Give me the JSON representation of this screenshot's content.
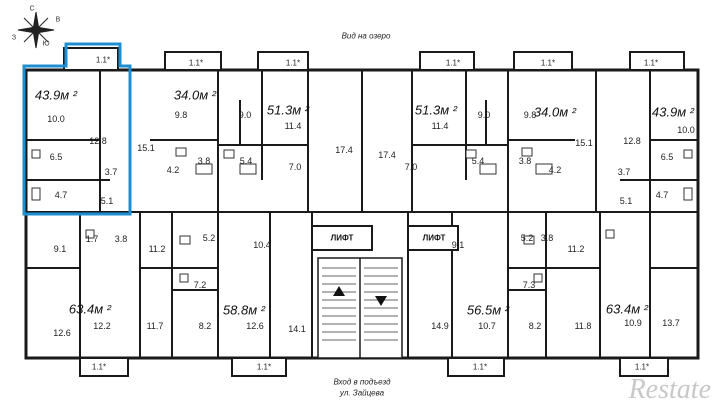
{
  "header": {
    "lake_view": "Вид на озеро"
  },
  "footer": {
    "entrance_line1": "Вход в подъезд",
    "entrance_line2": "ул. Зайцева"
  },
  "watermark": "Restate",
  "compass": {
    "north": "С",
    "east": "В",
    "south": "Ю",
    "west": "З"
  },
  "lift_label": "ЛИФТ",
  "balcony_label": "1.1*",
  "colors": {
    "highlight": "#1d8fd1",
    "wall": "#1a1a1a",
    "tile": "#666666"
  },
  "apartments": [
    {
      "area": "43.9м ²",
      "highlighted": true
    },
    {
      "area": "34.0м ²"
    },
    {
      "area": "51.3м ²"
    },
    {
      "area": "51.3м ²"
    },
    {
      "area": "34.0м ²"
    },
    {
      "area": "43.9м ²"
    },
    {
      "area": "63.4м ²"
    },
    {
      "area": "58.8м ²"
    },
    {
      "area": "56.5м ²"
    },
    {
      "area": "63.4м ²"
    }
  ],
  "rooms": [
    "10.0",
    "12.8",
    "6.5",
    "3.7",
    "4.7",
    "5.1",
    "9.8",
    "9.0",
    "11.4",
    "15.1",
    "4.2",
    "3.8",
    "5.4",
    "7.0",
    "17.4",
    "17.4",
    "11.4",
    "9.0",
    "7.0",
    "5.4",
    "3.8",
    "9.8",
    "15.1",
    "4.2",
    "12.8",
    "10.0",
    "6.5",
    "3.7",
    "4.7",
    "5.1",
    "9.1",
    "1.7",
    "3.8",
    "11.2",
    "5.2",
    "10.4",
    "7.2",
    "12.6",
    "12.2",
    "11.7",
    "8.2",
    "12.6",
    "14.1",
    "9.1",
    "5.2",
    "3.8",
    "11.2",
    "7.3",
    "14.9",
    "10.7",
    "8.2",
    "11.8",
    "10.9",
    "13.7"
  ]
}
